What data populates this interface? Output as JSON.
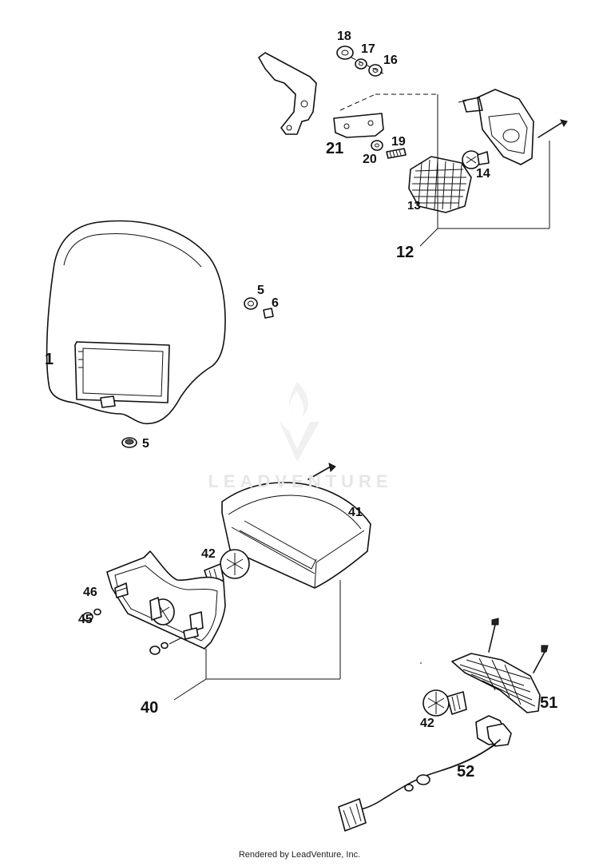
{
  "watermark": {
    "brand_text": "LEADVENTURE"
  },
  "footer": {
    "text": "Rendered by LeadVenture, Inc."
  },
  "callouts": {
    "c18": "18",
    "c17": "17",
    "c16": "16",
    "c21": "21",
    "c19": "19",
    "c20": "20",
    "c14": "14",
    "c13": "13",
    "c12": "12",
    "c1": "1",
    "c5a": "5",
    "c6": "6",
    "c5b": "5",
    "c41": "41",
    "c42a": "42",
    "c46": "46",
    "c45": "45",
    "c40": "40",
    "c51": "51",
    "c42b": "42",
    "c52": "52"
  },
  "icons": {
    "watermark_logo": "flame-v-logo-icon"
  }
}
